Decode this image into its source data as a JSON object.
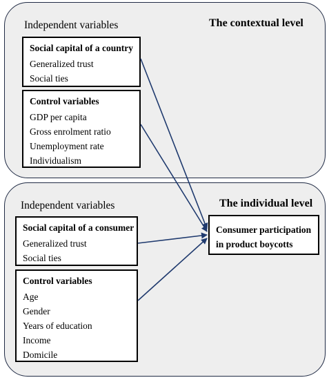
{
  "contextual": {
    "title": "The contextual level",
    "iv_label": "Independent variables",
    "social_capital_box": {
      "title": "Social capital of a country",
      "items": [
        "Generalized trust",
        "Social ties"
      ]
    },
    "control_box": {
      "title": "Control variables",
      "items": [
        "GDP per capita",
        "Gross enrolment ratio",
        "Unemployment rate",
        "Individualism"
      ]
    }
  },
  "individual": {
    "title": "The individual level",
    "iv_label": "Independent variables",
    "social_capital_box": {
      "title": "Social capital of a consumer",
      "items": [
        "Generalized trust",
        "Social ties"
      ]
    },
    "control_box": {
      "title": "Control variables",
      "items": [
        "Age",
        "Gender",
        "Years of education",
        "Income",
        "Domicile"
      ]
    },
    "outcome": {
      "line1": "Consumer participation",
      "line2": "in product boycotts"
    }
  },
  "colors": {
    "panel_fill": "#eeeeee",
    "panel_border": "#1f2a44",
    "arrow": "#1f3a6e"
  }
}
